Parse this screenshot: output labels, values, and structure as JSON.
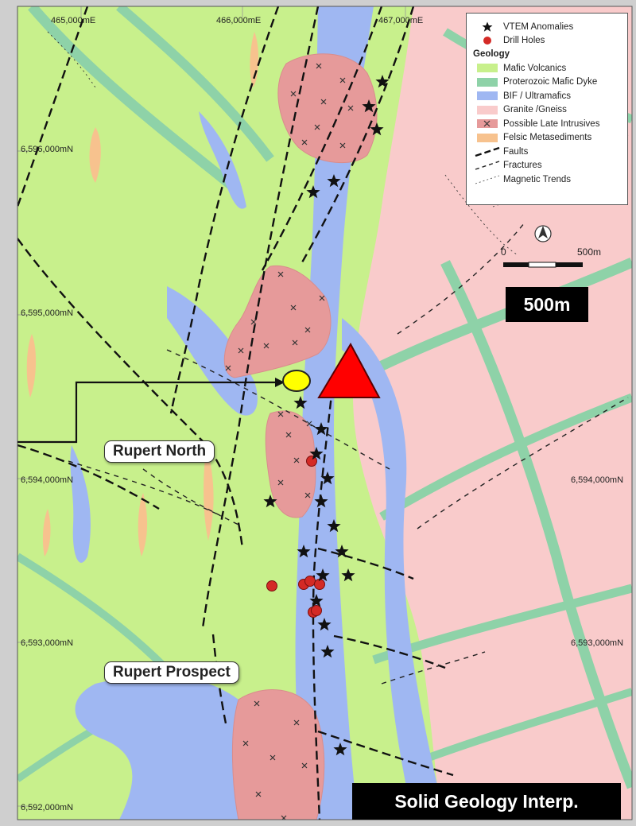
{
  "map": {
    "easting_labels": [
      "465,000mE",
      "466,000mE",
      "467,000mE"
    ],
    "northing_labels_left": [
      "6,596,000mN",
      "6,595,000mN",
      "6,594,000mN",
      "6,593,000mN",
      "6,592,000mN"
    ],
    "northing_labels_right": [
      "6,594,000mN",
      "6,593,000mN"
    ],
    "prospects": [
      "Rupert North",
      "Rupert Prospect"
    ],
    "scale_bar": {
      "start_label": "0",
      "end_label": "500m"
    },
    "callouts": {
      "scale": "500m",
      "title": "Solid Geology Interp."
    }
  },
  "legend": {
    "symbols": [
      {
        "label": "VTEM Anomalies",
        "icon": "star-icon",
        "color": "#111111"
      },
      {
        "label": "Drill Holes",
        "icon": "red-dot-icon",
        "color": "#d42a26"
      }
    ],
    "geology_heading": "Geology",
    "geology": [
      {
        "label": "Mafic Volcanics",
        "color": "#c8f08c"
      },
      {
        "label": "Proterozoic Mafic Dyke",
        "color": "#8ed2a8"
      },
      {
        "label": "BIF / Ultramafics",
        "color": "#9fb7f2"
      },
      {
        "label": "Granite /Gneiss",
        "color": "#f9cbcb"
      },
      {
        "label": "Possible Late Intrusives",
        "color": "#e69a9a"
      },
      {
        "label": "Felsic Metasediments",
        "color": "#f7c28e"
      }
    ],
    "lines": [
      {
        "label": "Faults",
        "icon": "fault-line-icon"
      },
      {
        "label": "Fractures",
        "icon": "fracture-line-icon"
      },
      {
        "label": "Magnetic Trends",
        "icon": "magnetic-trend-icon"
      }
    ]
  },
  "colors": {
    "mafic": "#c8f08c",
    "dyke": "#8ed2a8",
    "bif": "#9fb7f2",
    "granite": "#f9cbcb",
    "intrusive": "#e69a9a",
    "felsic": "#f7c28e",
    "marker_target": "#ff0000",
    "marker_oval": "#ffff00"
  }
}
